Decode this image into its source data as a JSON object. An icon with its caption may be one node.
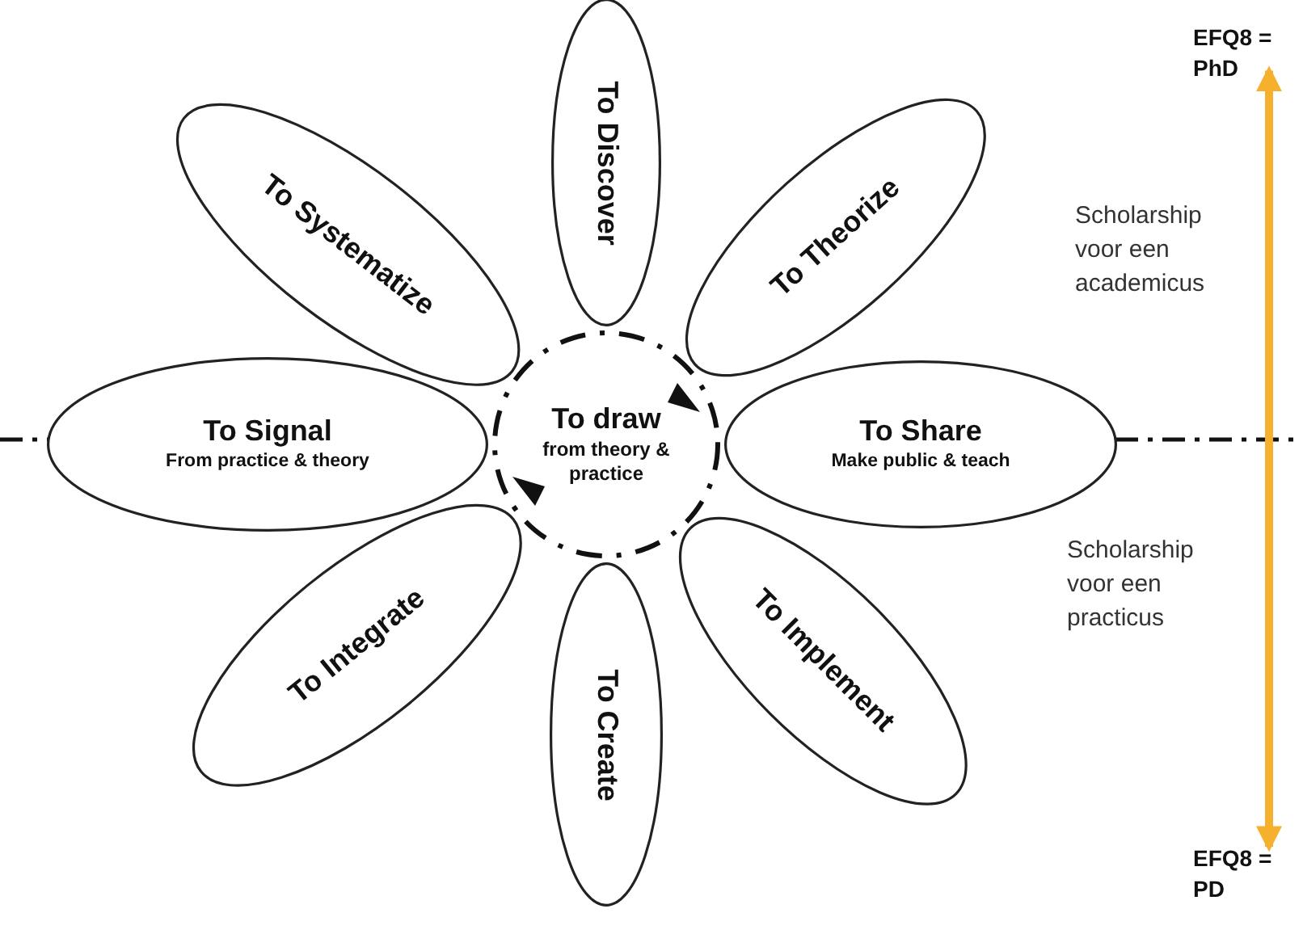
{
  "diagram": {
    "nodes": [
      {
        "text": [
          "To Discover"
        ]
      },
      {
        "text": [
          "To Systematize"
        ]
      },
      {
        "text": [
          "To Theorize"
        ]
      },
      {
        "text": [
          "To Signal",
          "From practice & theory"
        ]
      },
      {
        "text": [
          "To draw",
          "from theory & practice"
        ]
      },
      {
        "text": [
          "To Share",
          "Make public & teach"
        ]
      },
      {
        "text": [
          "To Integrate"
        ]
      },
      {
        "text": [
          "To Implement"
        ]
      },
      {
        "text": [
          "To Create"
        ]
      },
      {
        "text": [
          "EFQ8 = PhD"
        ]
      },
      {
        "text": [
          "EFQ8 = PD"
        ]
      }
    ],
    "edges": [
      {
        "from": 9,
        "to": 10,
        "arrow": "both",
        "color": "#f5b12e"
      }
    ],
    "labels": [
      "Scholarship voor een academicus",
      "Scholarship voor een practicus"
    ]
  }
}
